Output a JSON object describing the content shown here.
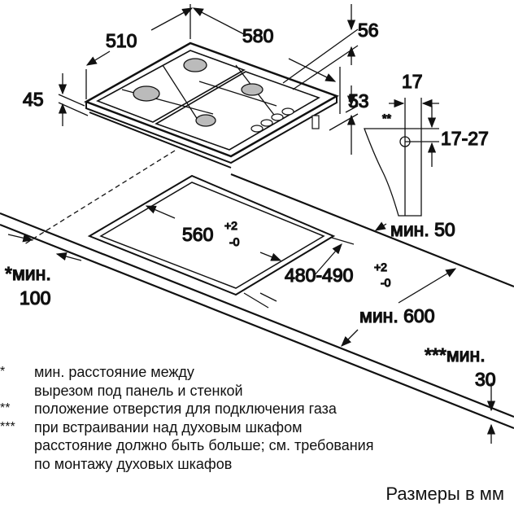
{
  "dimensions": {
    "depth": "510",
    "width": "580",
    "height_top": "56",
    "height_left": "45",
    "height_right": "53",
    "gas_offset": "17",
    "gas_marker": "**",
    "gas_height": "17-27",
    "cutout_width": "560",
    "cutout_width_tol_plus": "+2",
    "cutout_width_tol_minus": "-0",
    "cutout_depth": "480-490",
    "cutout_depth_tol_plus": "+2",
    "cutout_depth_tol_minus": "-0",
    "min_back": "мин. 50",
    "min_front_label": "*мин.",
    "min_front_value": "100",
    "min_depth": "мин. 600",
    "min_bottom_label": "***мин.",
    "min_bottom_value": "30"
  },
  "notes": [
    {
      "mark": "*",
      "lines": [
        "мин. расстояние между",
        "вырезом под панель и стенкой"
      ]
    },
    {
      "mark": "**",
      "lines": [
        "положение отверстия для подключения газа"
      ]
    },
    {
      "mark": "***",
      "lines": [
        "при встраивании над духовым шкафом",
        "расстояние должно быть больше; см. требования",
        "по монтажу духовых шкафов"
      ]
    }
  ],
  "units_caption": "Размеры в мм"
}
